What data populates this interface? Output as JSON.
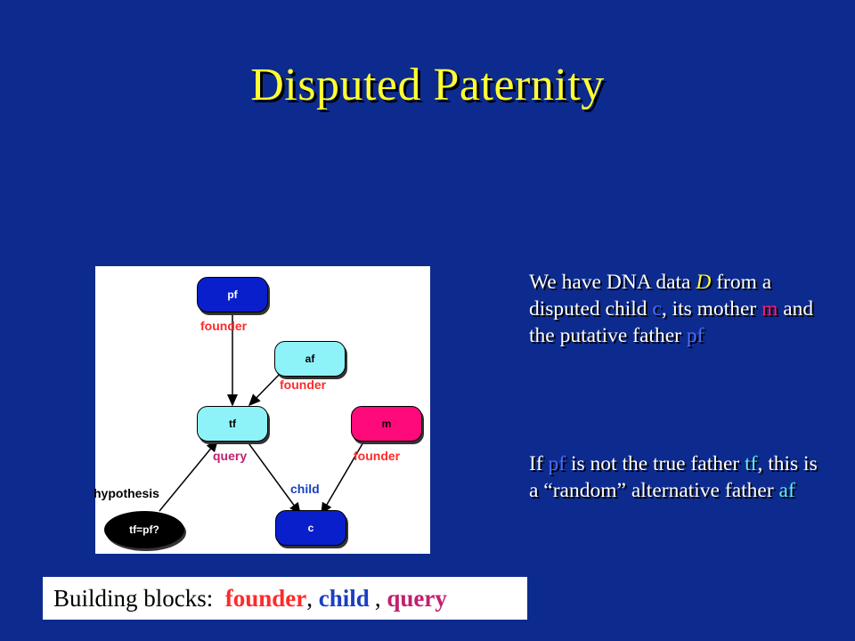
{
  "title": "Disputed Paternity",
  "colors": {
    "background": "#0d2b8e",
    "title": "#ffff33",
    "founder": "#ff2a2a",
    "child": "#1a3fbf",
    "query": "#c0206f",
    "cyan_node": "#8ef3f8",
    "blue_node": "#0a1fcc",
    "pink_node": "#ff0a7a",
    "highlight_blue": "#4b6cff",
    "highlight_magenta": "#ff1a75",
    "highlight_cyan": "#5ff0f4"
  },
  "diagram": {
    "nodes": {
      "pf": "pf",
      "af": "af",
      "tf": "tf",
      "m": "m",
      "c": "c",
      "hyp": "tf=pf?"
    },
    "labels": {
      "founder_pf": "founder",
      "founder_af": "founder",
      "founder_m": "founder",
      "query": "query",
      "child": "child",
      "hypothesis": "hypothesis"
    }
  },
  "para1": {
    "t1": "We have DNA data ",
    "D": "D",
    "t2": "from a disputed child ",
    "c": "c",
    "t3": ", its mother ",
    "m": "m",
    "t4": " and the putative father ",
    "pf": "pf"
  },
  "para2": {
    "t1": "If ",
    "pf": "pf",
    "t2": " is not the true father ",
    "tf": "tf",
    "t3": ", this is a “random” alternative father ",
    "af": "af"
  },
  "building_blocks": {
    "prefix": "Building blocks:",
    "founder": "founder",
    "comma1": ",",
    "child": "child",
    "comma2": ",",
    "query": "query"
  }
}
